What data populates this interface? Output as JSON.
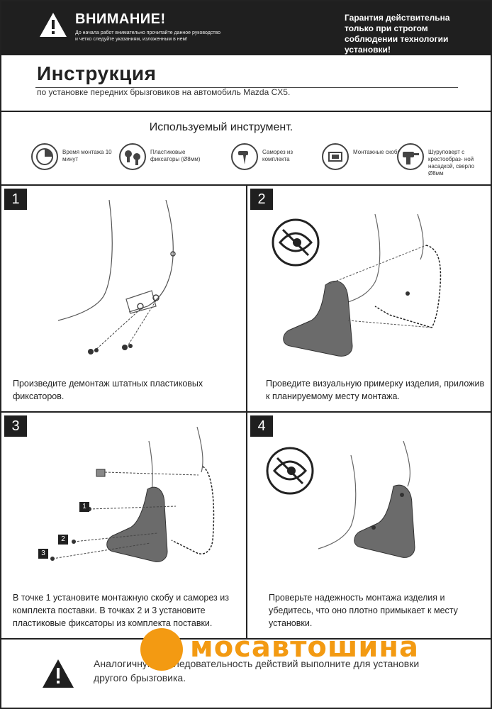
{
  "header": {
    "attention_title": "ВНИМАНИЕ!",
    "attention_subtitle": "До начала работ внимательно прочитайте данное руководство и четко следуйте указаниям, изложенным в нем!",
    "guarantee": "Гарантия действительна только при строгом соблюдении технологии установки!"
  },
  "title": {
    "main": "Инструкция",
    "sub": "по установке передних брызговиков на автомобиль Mazda CX5."
  },
  "tools": {
    "heading": "Используемый инструмент.",
    "items": [
      {
        "icon": "clock-icon",
        "label": "Время монтажа 10 минут"
      },
      {
        "icon": "plastic-clips-icon",
        "label": "Пластиковые фиксаторы (Ø8мм)"
      },
      {
        "icon": "screw-icon",
        "label": "Саморез из комплекта"
      },
      {
        "icon": "bracket-icon",
        "label": "Монтажные скобы"
      },
      {
        "icon": "screwdriver-icon",
        "label": "Шуруповерт с крестообраз- ной насадкой, сверло Ø8мм"
      }
    ]
  },
  "steps": [
    {
      "number": "1",
      "text": "Произведите демонтаж штатных пластиковых фиксаторов."
    },
    {
      "number": "2",
      "text": "Проведите визуальную примерку изделия, приложив к планируемому месту монтажа."
    },
    {
      "number": "3",
      "text": "В точке 1 установите монтажную скобу и саморез из комплекта поставки. В точках 2 и 3 установите пластиковые фиксаторы из комплекта поставки.",
      "callouts": [
        "1",
        "2",
        "3"
      ]
    },
    {
      "number": "4",
      "text": "Проверьте надежность монтажа изделия и убедитесь, что оно плотно примыкает к месту установки."
    }
  ],
  "footer": {
    "text": "Аналогичную последовательность действий выполните для установки другого брызговика."
  },
  "logo": {
    "text": "мосавтошина",
    "color": "#f39a12"
  }
}
